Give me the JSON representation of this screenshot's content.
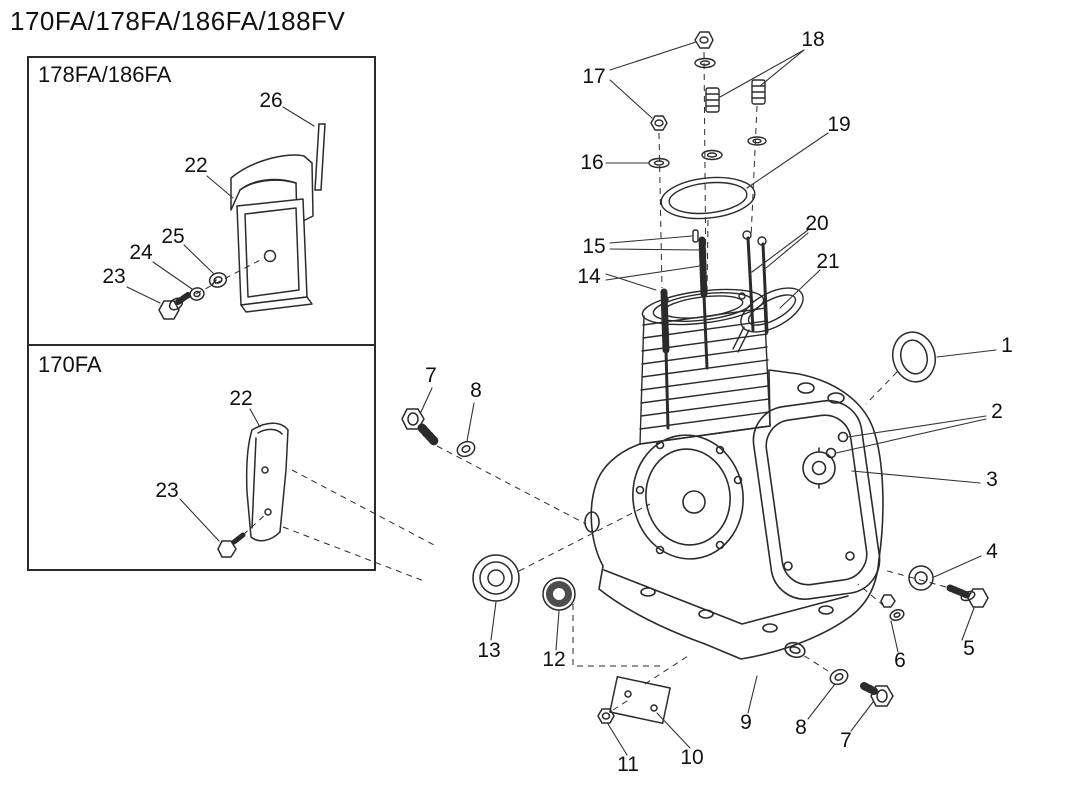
{
  "title": "170FA/178FA/186FA/188FV",
  "inset_top": {
    "label": "178FA/186FA",
    "callouts": {
      "c26": "26",
      "c22": "22",
      "c25": "25",
      "c24": "24",
      "c23": "23"
    }
  },
  "inset_bottom": {
    "label": "170FA",
    "callouts": {
      "c22": "22",
      "c23": "23"
    }
  },
  "main": {
    "callouts": {
      "c17": "17",
      "c18": "18",
      "c16": "16",
      "c19": "19",
      "c15": "15",
      "c14": "14",
      "c20": "20",
      "c21": "21",
      "c1": "1",
      "c2": "2",
      "c3": "3",
      "c4": "4",
      "c5": "5",
      "c6": "6",
      "c7_left": "7",
      "c8_left": "8",
      "c13": "13",
      "c12": "12",
      "c9": "9",
      "c8_bottom": "8",
      "c7_bottom": "7",
      "c11": "11",
      "c10": "10"
    }
  },
  "colors": {
    "line": "#2b2b2b",
    "background": "#ffffff"
  }
}
